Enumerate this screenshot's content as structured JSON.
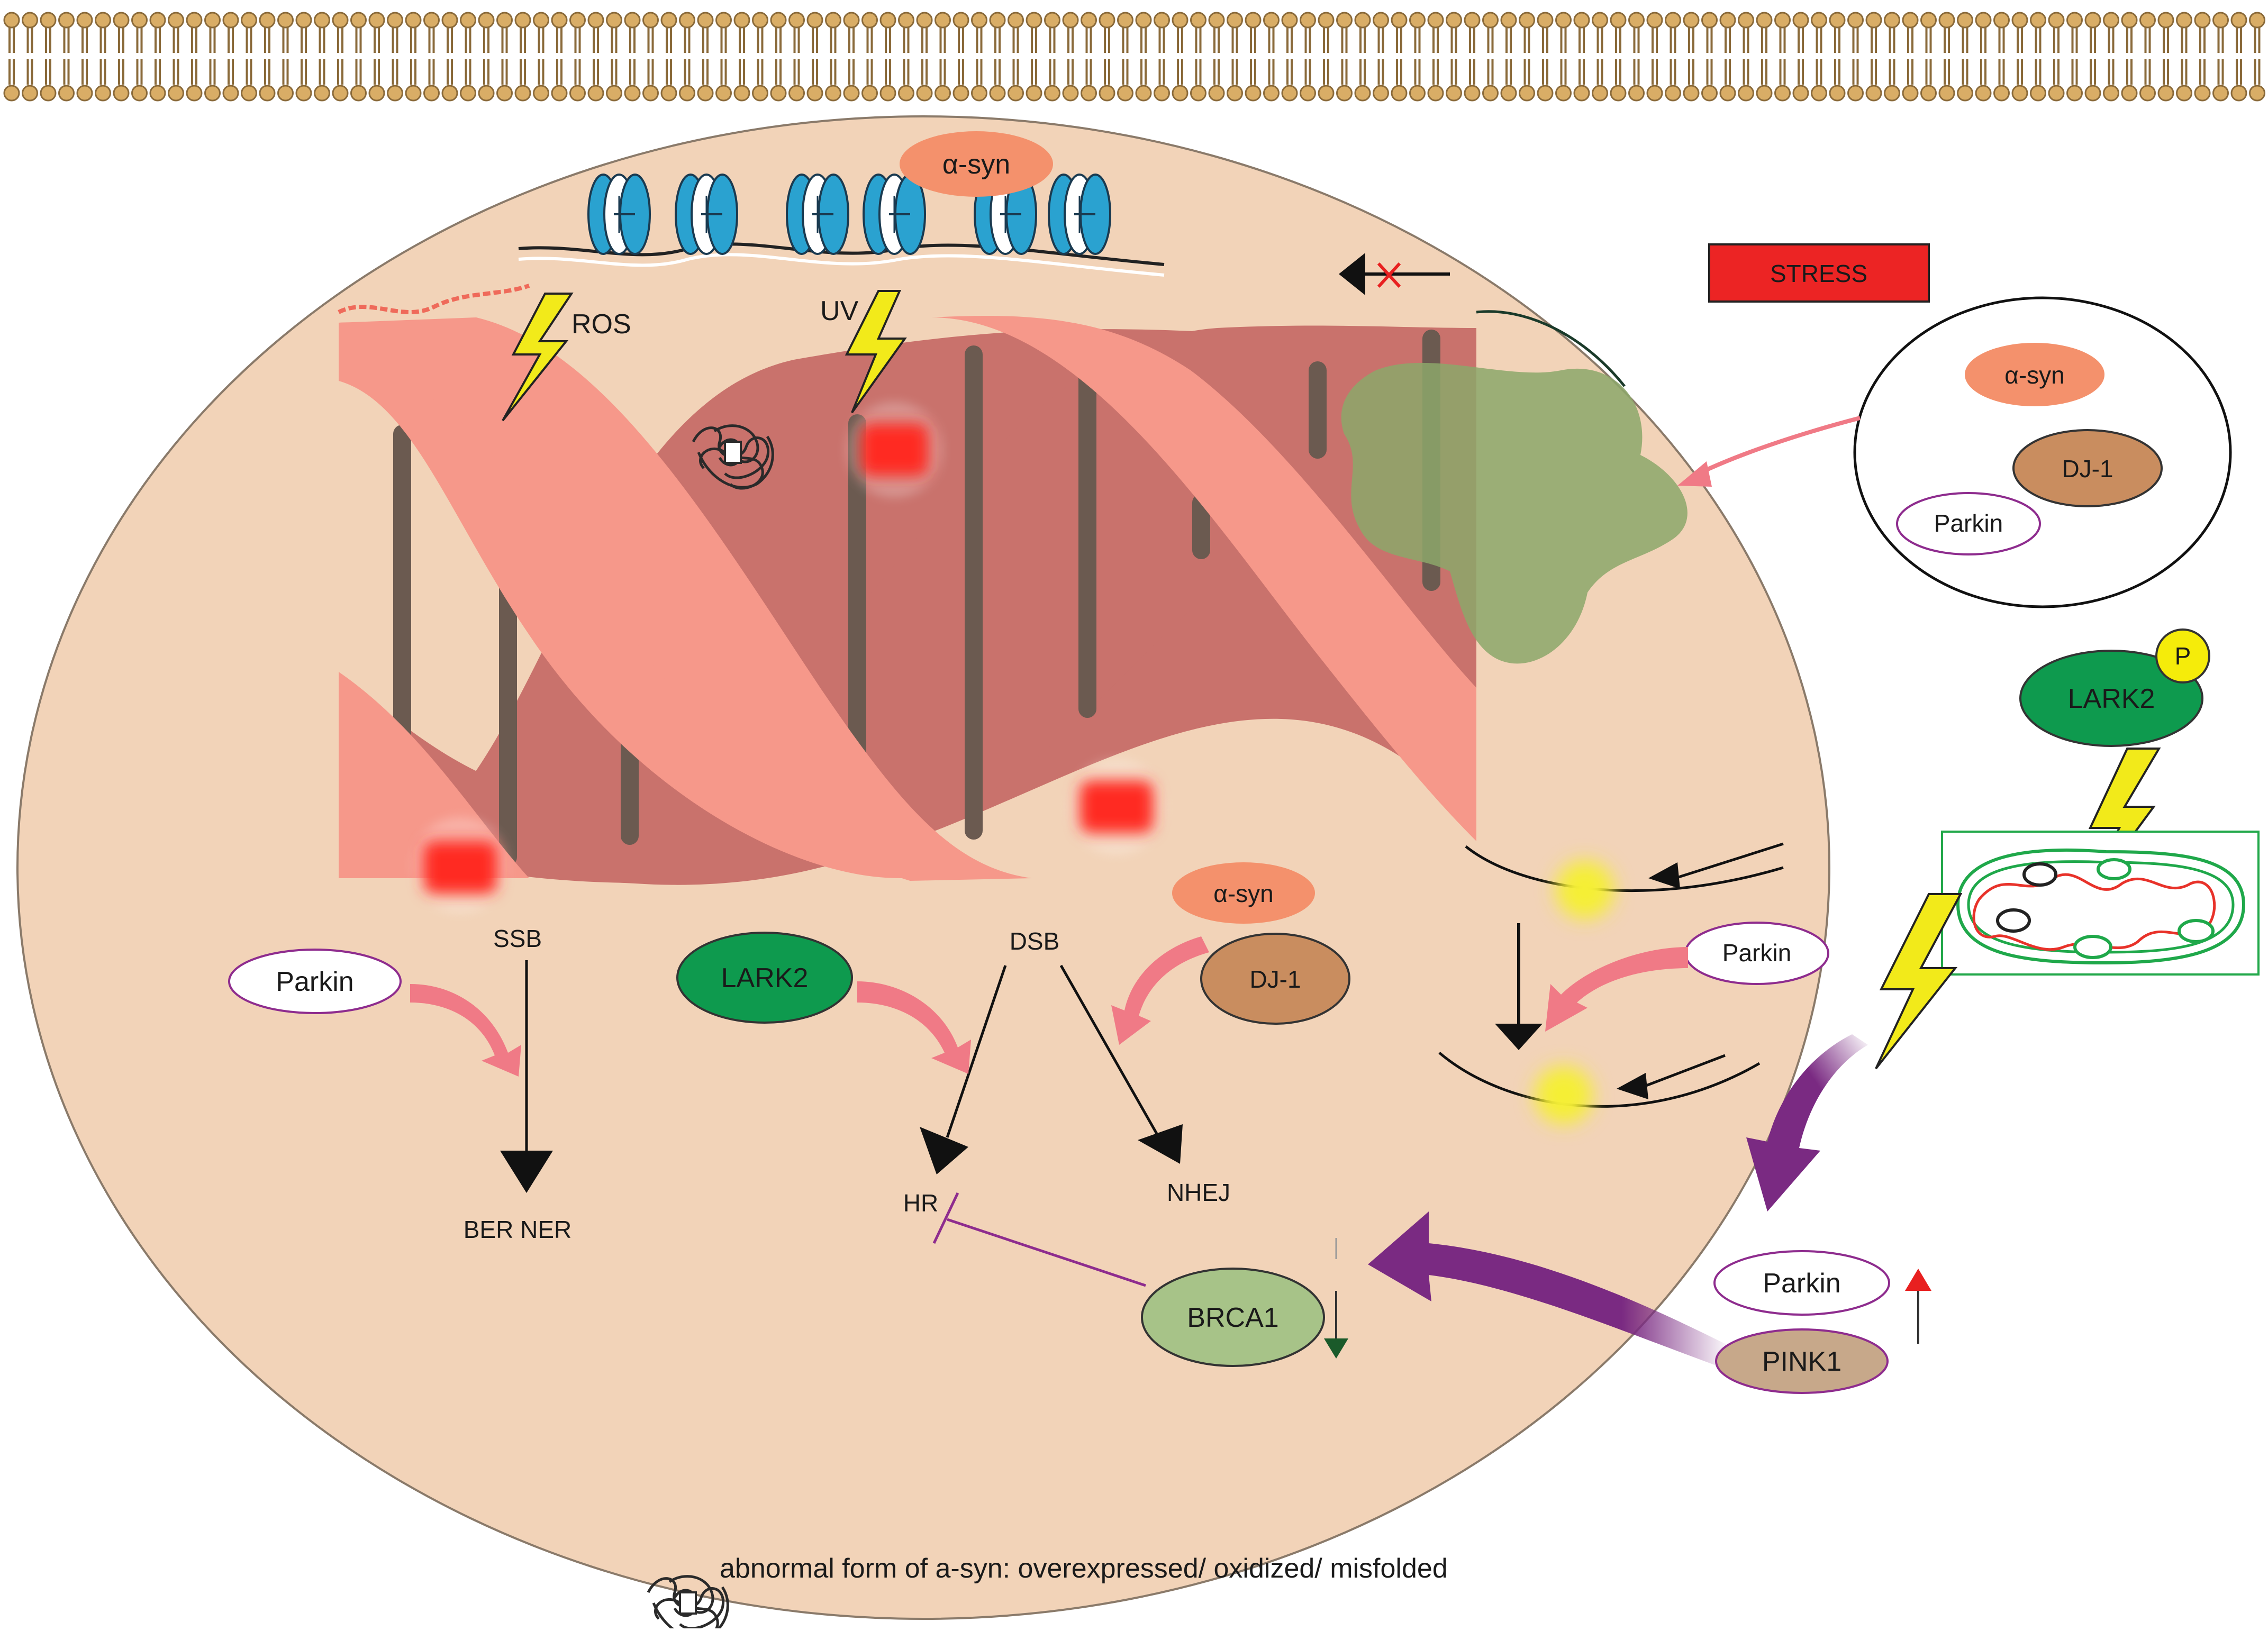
{
  "labels": {
    "asyn_top": "α-syn",
    "ros": "ROS",
    "uv": "UV",
    "stress": "STRESS",
    "asyn_stress": "α-syn",
    "dj1_stress": "DJ-1",
    "parkin_stress": "Parkin",
    "lark2_p": "LARK2",
    "p_badge": "P",
    "ssb": "SSB",
    "dsb": "DSB",
    "parkin_ssb": "Parkin",
    "lark2_dsb": "LARK2",
    "asyn_dsb": "α-syn",
    "dj1_dsb": "DJ-1",
    "parkin_fork": "Parkin",
    "ber_ner": "BER NER",
    "hr": "HR",
    "nhej": "NHEJ",
    "brca1": "BRCA1",
    "parkin_pink": "Parkin",
    "pink1": "PINK1",
    "legend_text": "abnormal form of a-syn: overexpressed/ oxidized/ misfolded"
  },
  "colors": {
    "nucleus": "#f2d3b8",
    "dna_strand_front": "#f6988a",
    "dna_strand_back": "#c9726c",
    "base_pair": "#6b5a50",
    "damage": "#ff2a22",
    "asyn": "#f4916c",
    "dj1": "#c98d5f",
    "lark2": "#0e9a4e",
    "brca1": "#a7c388",
    "pink1": "#c7a88a",
    "stress": "#ec2424",
    "parkin_outline": "#8e2c8e",
    "pink_arrow": "#f07a86",
    "purple_arrow": "#7a2a82",
    "bolt": "#f2ea1a",
    "green_blob": "#8ca76a",
    "membrane": "#d9ad66",
    "histone": "#2aa2d0",
    "mito_green": "#1fa84a",
    "mito_red": "#e8322a"
  },
  "icons": [
    "lightning-bolt-icon",
    "misfolded-protein-icon",
    "nucleosome-icon",
    "mitochondrion-icon",
    "inhibition-x-icon",
    "up-arrow-icon",
    "down-arrow-icon"
  ]
}
